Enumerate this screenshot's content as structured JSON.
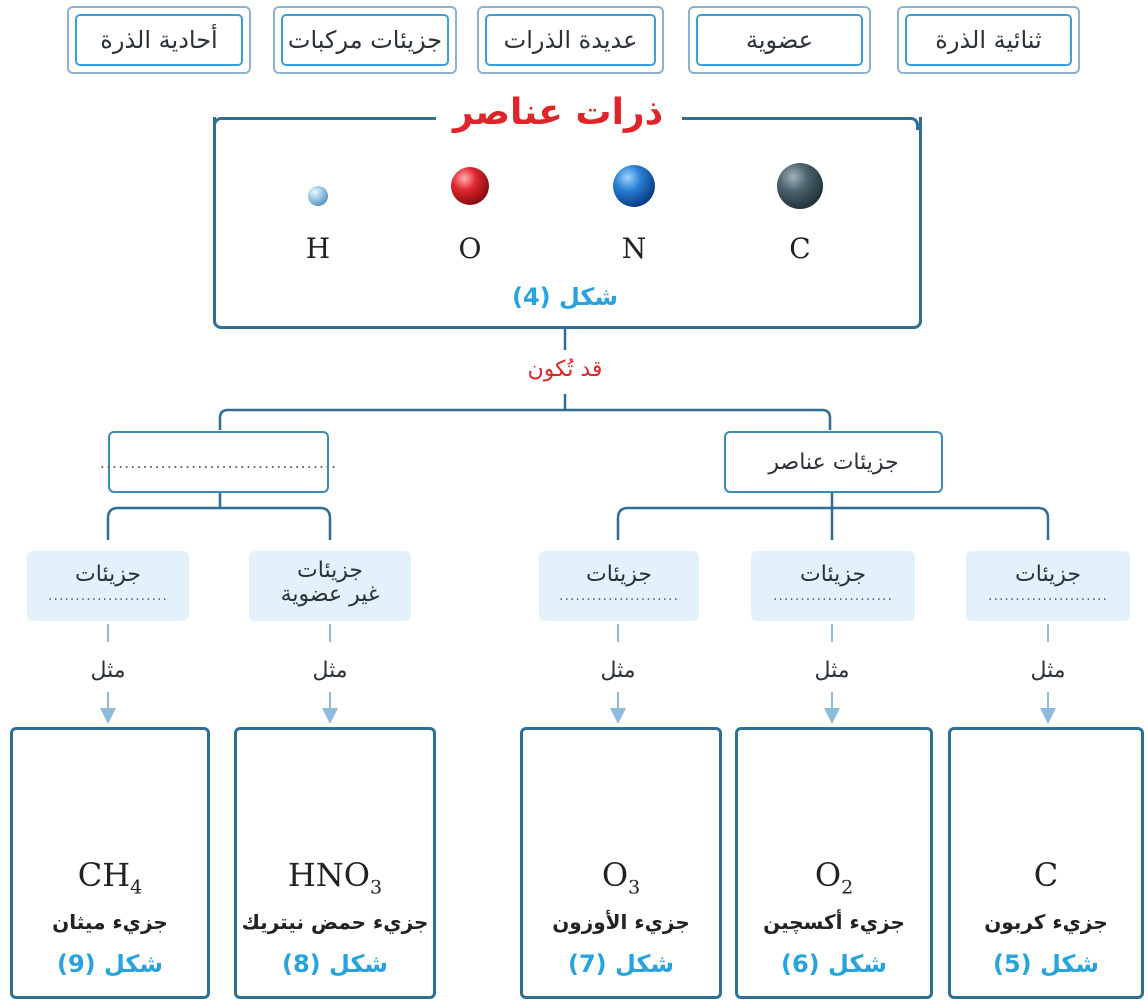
{
  "word_bank": [
    {
      "text": "ثنائية الذرة"
    },
    {
      "text": "عضوية"
    },
    {
      "text": "عديدة الذرات"
    },
    {
      "text": "جزيئات مركبات"
    },
    {
      "text": "أحادية الذرة"
    }
  ],
  "atoms_box": {
    "title": "ذرات عناصر",
    "atoms": [
      {
        "symbol": "C",
        "color": "#3e5560"
      },
      {
        "symbol": "N",
        "color": "#1f6fc0"
      },
      {
        "symbol": "O",
        "color": "#d61f26"
      },
      {
        "symbol": "H",
        "color": "#9fcbe6"
      }
    ],
    "figure": "شكل (4)"
  },
  "connector_label": "قد تُكون",
  "groups": {
    "elements_molecules": "جزيئات عناصر",
    "compounds_molecules_blank": "......................................."
  },
  "kinds": [
    {
      "line1": "جزيئات",
      "blank": "......................"
    },
    {
      "line1": "جزيئات",
      "blank": "......................"
    },
    {
      "line1": "جزيئات",
      "blank": "......................"
    },
    {
      "line1": "جزيئات",
      "line2": "غير عضوية"
    },
    {
      "line1": "جزيئات",
      "blank": "......................"
    }
  ],
  "example_word": "مثل",
  "examples": [
    {
      "formula": "C",
      "sub": "",
      "name": "جزيء كربون",
      "figure": "شكل (5)"
    },
    {
      "formula": "O",
      "sub": "2",
      "name": "جزيء أكسچين",
      "figure": "شكل (6)"
    },
    {
      "formula": "O",
      "sub": "3",
      "name": "جزيء الأوزون",
      "figure": "شكل (7)"
    },
    {
      "formula": "HNO",
      "sub": "3",
      "name": "جزيء حمض نيتريك",
      "figure": "شكل (8)"
    },
    {
      "formula": "CH",
      "sub": "4",
      "name": "جزيء ميثان",
      "figure": "شكل (9)"
    }
  ],
  "colors": {
    "frame": "#2f6f93",
    "accent_red": "#e0242c",
    "accent_blue": "#29a3dd",
    "kind_fill": "#e3f1fb",
    "hydrogen": "#9fcbe6",
    "nitrogen": "#1f6fc0",
    "oxygen": "#d61f26",
    "carbon": "#3e5560"
  }
}
